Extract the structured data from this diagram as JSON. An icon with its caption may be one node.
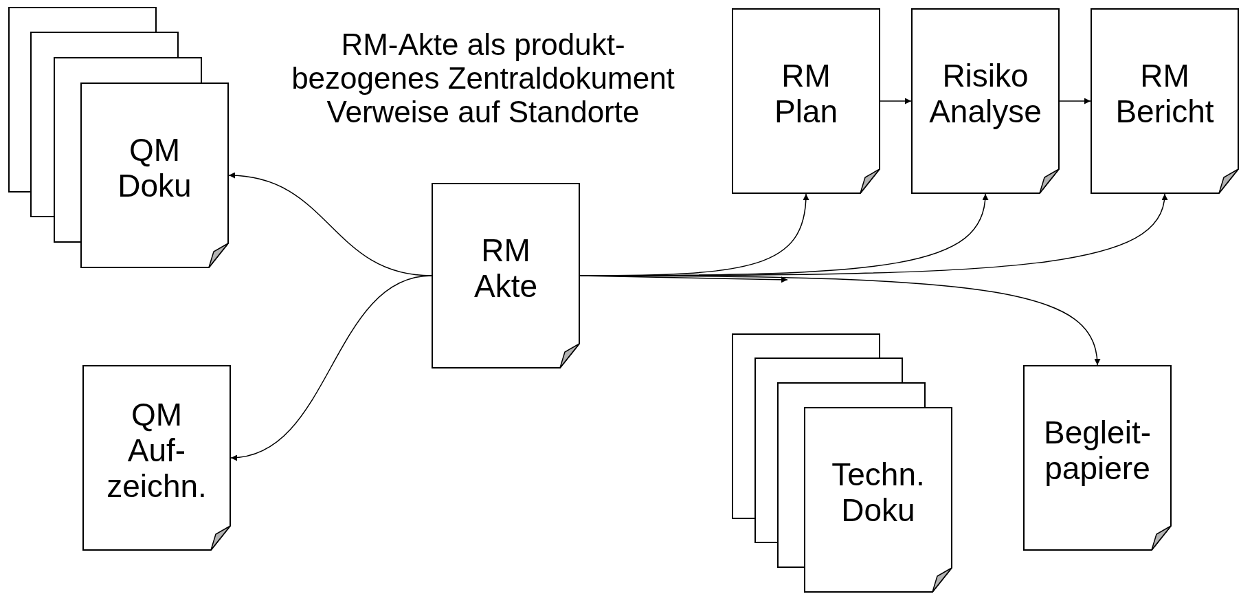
{
  "diagram": {
    "nodes": [
      {
        "text": [],
        "shape": "box"
      },
      {
        "text": [],
        "shape": "box"
      },
      {
        "text": [],
        "shape": "box"
      },
      {
        "text": [
          "QM Doku"
        ]
      },
      {
        "text": [
          "RM Akte"
        ]
      },
      {
        "text": [
          "RM Plan"
        ]
      },
      {
        "text": [
          "Risiko Analyse"
        ]
      },
      {
        "text": [
          "RM Bericht"
        ]
      },
      {
        "text": [
          "QM Auf- zeichn."
        ]
      },
      {
        "text": [],
        "shape": "box"
      },
      {
        "text": [],
        "shape": "box"
      },
      {
        "text": [],
        "shape": "box"
      },
      {
        "text": [
          "Techn. Doku"
        ]
      },
      {
        "text": [
          "Begleit- papiere"
        ]
      }
    ],
    "edges": [
      {
        "from": 4,
        "to": 3,
        "arrow": "to"
      },
      {
        "from": 4,
        "to": 8,
        "arrow": "to"
      },
      {
        "from": 5,
        "to": 6,
        "arrow": "to"
      },
      {
        "from": 6,
        "to": 7,
        "arrow": "to"
      },
      {
        "from": 4,
        "to": 5,
        "arrow": "to"
      },
      {
        "from": 4,
        "to": 6,
        "arrow": "to"
      },
      {
        "from": 4,
        "to": 7,
        "arrow": "to"
      },
      {
        "from": 4,
        "to": null,
        "arrow": "to"
      },
      {
        "from": 4,
        "to": 13,
        "arrow": "to"
      }
    ],
    "labels": [
      "RM-Akte als produkt- bezogenes Zentraldokument",
      "Verweise auf Standorte"
    ]
  }
}
